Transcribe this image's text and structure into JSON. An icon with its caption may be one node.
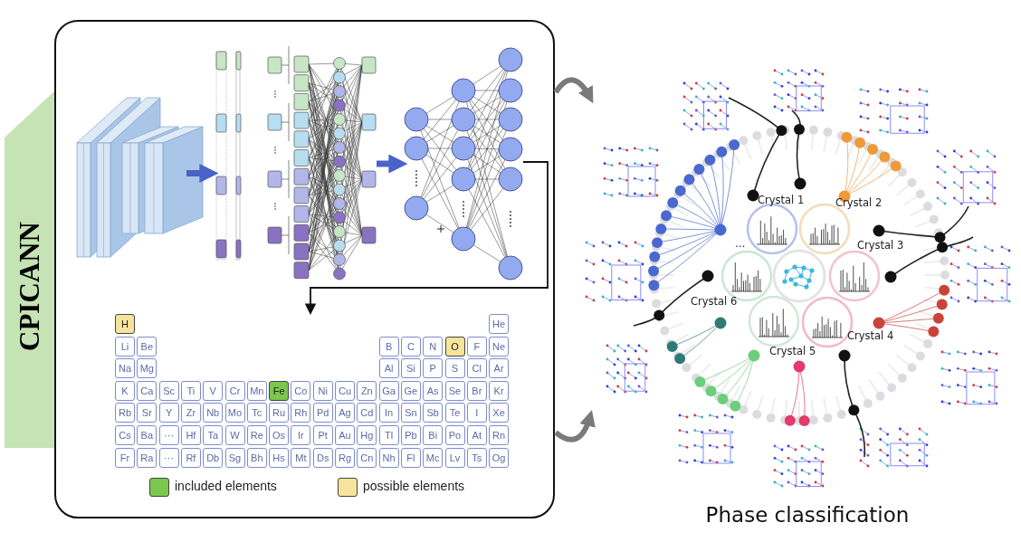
{
  "diagram": {
    "nodes": [
      {
        "text": [
          "CPICANN"
        ]
      },
      {
        "text": [],
        "shape": "box"
      },
      {
        "text": [],
        "shape": "picture",
        "in": 1
      },
      {
        "text": [],
        "shape": "picture",
        "in": 1
      },
      {
        "text": [],
        "shape": "picture",
        "in": 1
      },
      {
        "text": [],
        "shape": "picture",
        "in": 1
      },
      {
        "text": [
          "Phase classification"
        ]
      }
    ],
    "edges": [
      {
        "from": 2,
        "to": 3,
        "arrow": "to",
        "color": "#4a63c8"
      },
      {
        "from": 3,
        "to": 4,
        "arrow": "to",
        "color": "#4a63c8"
      },
      {
        "from": 4,
        "to": 5,
        "arrow": "to",
        "color": "#111111"
      },
      {
        "from": 1,
        "to": 6,
        "arrow": "to",
        "color": "#7a7a7a"
      },
      {
        "from": 1,
        "to": 6,
        "arrow": "to",
        "color": "#7a7a7a"
      }
    ],
    "labels": [
      "H",
      "He",
      "Li",
      "Be",
      "B",
      "C",
      "N",
      "O",
      "F",
      "Ne",
      "Na",
      "Mg",
      "Al",
      "Si",
      "P",
      "S",
      "Cl",
      "Ar",
      "K",
      "Ca",
      "Sc",
      "Ti",
      "V",
      "Cr",
      "Mn",
      "Fe",
      "Co",
      "Ni",
      "Cu",
      "Zn",
      "Ga",
      "Ge",
      "As",
      "Se",
      "Br",
      "Kr",
      "Rb",
      "Sr",
      "Y",
      "Zr",
      "Nb",
      "Mo",
      "Tc",
      "Ru",
      "Rh",
      "Pd",
      "Ag",
      "Cd",
      "In",
      "Sn",
      "Sb",
      "Te",
      "I",
      "Xe",
      "Cs",
      "Ba",
      "···",
      "Hf",
      "Ta",
      "W",
      "Re",
      "Os",
      "Ir",
      "Pt",
      "Au",
      "Hg",
      "Tl",
      "Pb",
      "Bi",
      "Po",
      "At",
      "Rn",
      "Fr",
      "Ra",
      "···",
      "Rf",
      "Db",
      "Sg",
      "Bh",
      "Hs",
      "Mt",
      "Ds",
      "Rg",
      "Cn",
      "Nh",
      "Fl",
      "Mc",
      "Lv",
      "Ts",
      "Og",
      "Crystal 1",
      "Crystal 2",
      "…",
      "Crystal 3",
      "Crystal 6",
      "Crystal 4",
      "Crystal 5"
    ],
    "legend": [
      {
        "text": "included elements",
        "color": "#7cc74f"
      },
      {
        "text": "possible elements",
        "color": "#f6e49c"
      }
    ]
  }
}
